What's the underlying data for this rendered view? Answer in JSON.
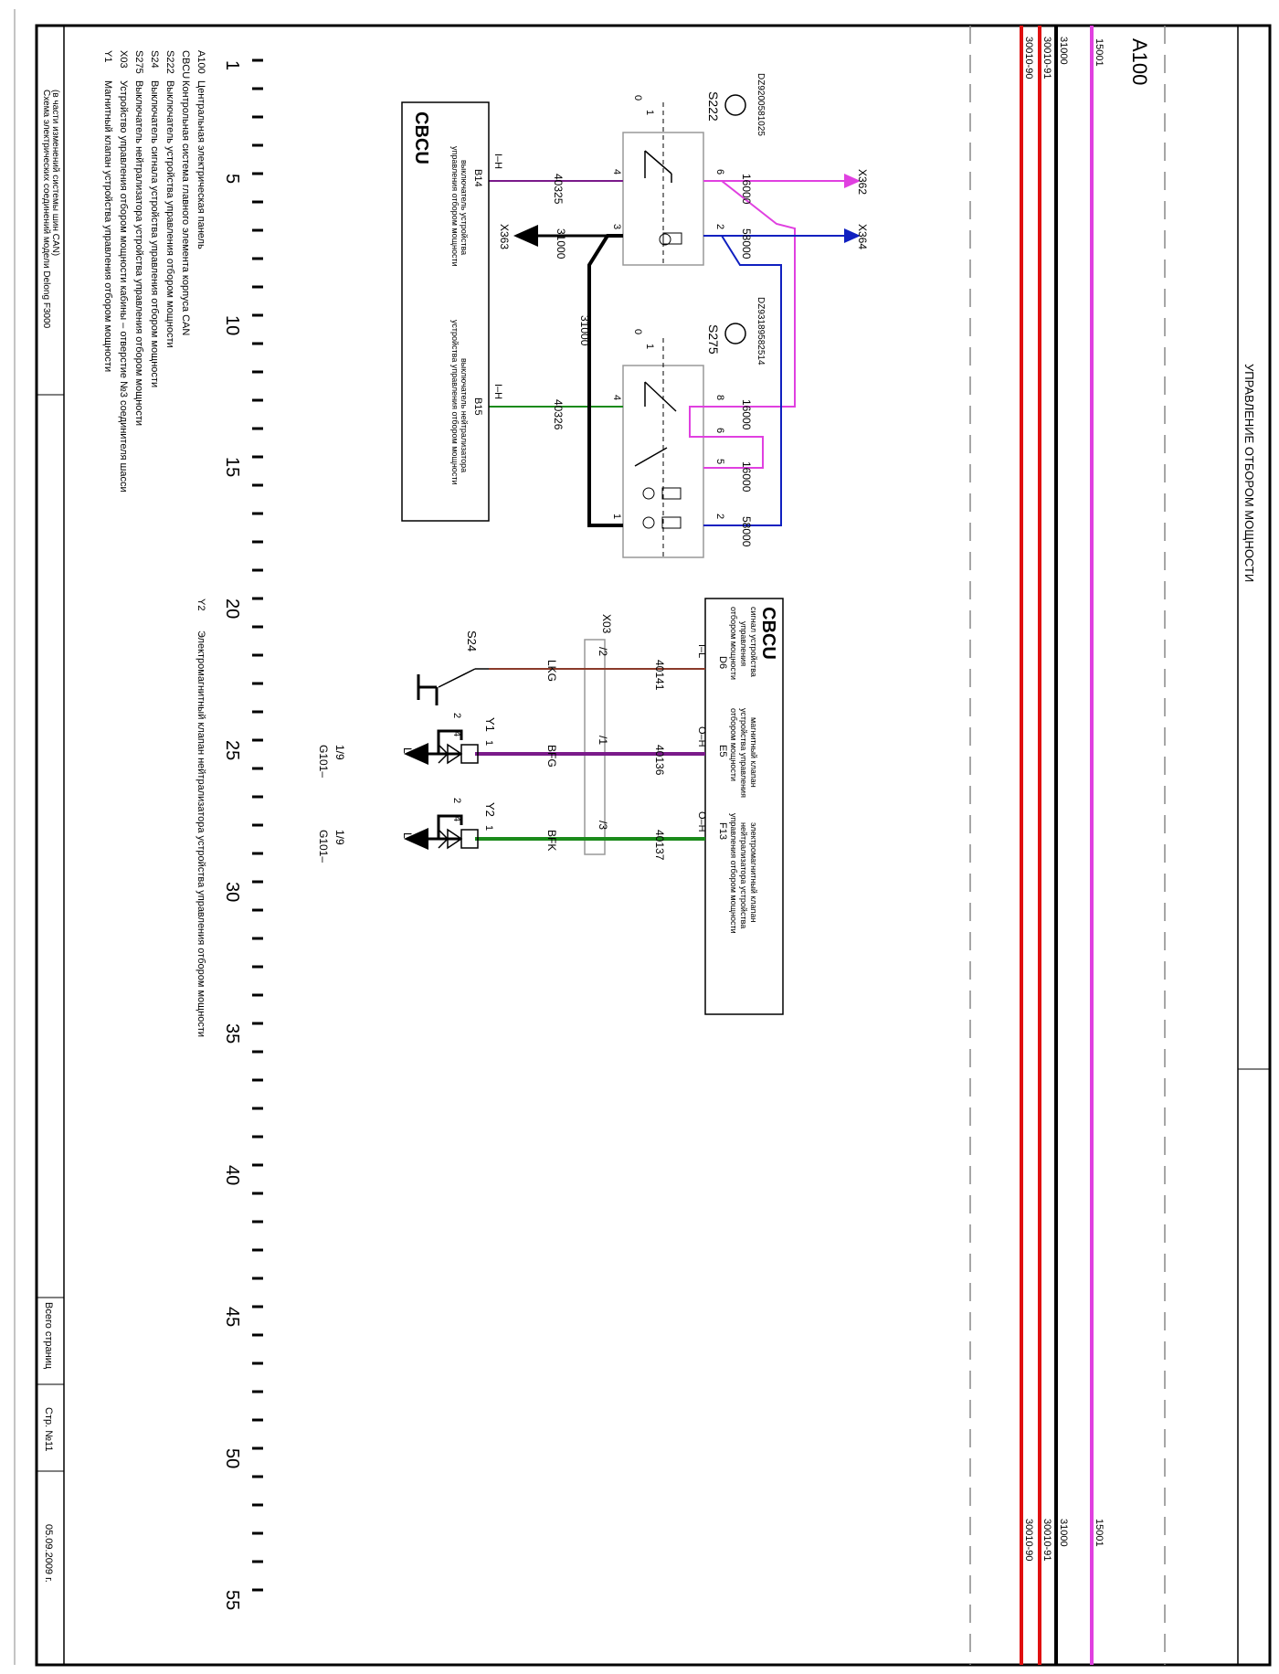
{
  "title": "УПРАВЛЕНИЕ ОТБОРОМ МОЩНОСТИ",
  "block_id": "A100",
  "rails": [
    {
      "label": "15001",
      "color": "#e040e0"
    },
    {
      "label": "31000",
      "color": "#000000"
    },
    {
      "label": "30010-91",
      "color": "#e01010"
    },
    {
      "label": "30010-90",
      "color": "#e01010"
    }
  ],
  "ruler": [
    "1",
    "5",
    "10",
    "15",
    "20",
    "25",
    "30",
    "35",
    "40",
    "45",
    "50",
    "55"
  ],
  "legend": {
    "codes": [
      "A100",
      "CBCU",
      "S222",
      "S24",
      "S275",
      "X03",
      "Y1"
    ],
    "descs": [
      "Центральная электрическая панель",
      "Контрольная система главного элемента корпуса CAN",
      "Выключатель устройства управления отбором мощности",
      "Выключатель сигнала устройства управления отбором мощности",
      "Выключатель нейтрализатора устройства управления отбором мощности",
      "Устройство управления отбором мощности кабины – отверстие №3 соединителя шасси",
      "Магнитный клапан устройства управления отбором мощности"
    ],
    "y2_code": "Y2",
    "y2_desc": "Электромагнитный клапан нейтрализатора устройства управления отбором мощности"
  },
  "footer": {
    "caption1": "Схема электрических соединений модели Delong F3000",
    "caption2": "(в части изменений системы шин CAN)",
    "total_pages": "Всего страниц",
    "page": "Стр. №11",
    "date": "05.09.2009 г."
  },
  "switches": {
    "s222": {
      "label": "S222",
      "part": "DZ9200581025",
      "pos0": "0",
      "pos1": "1"
    },
    "s275": {
      "label": "S275",
      "part": "DZ93189582514",
      "pos0": "0",
      "pos1": "1"
    },
    "s24": {
      "label": "S24"
    }
  },
  "cbcu_top": {
    "title": "CBCU",
    "b14_pin": "B14",
    "b14_lvl": "I–H",
    "b14_desc1": "выключатель устройства",
    "b14_desc2": "управления отбором мощности",
    "b15_pin": "B15",
    "b15_lvl": "I–H",
    "b15_desc1": "выключатель нейтрализатора",
    "b15_desc2": "устройства управления отбором мощности"
  },
  "cbcu_bottom": {
    "title": "CBCU",
    "d6_desc": [
      "сигнал устройства",
      "управления",
      "отбором мощности"
    ],
    "d6_pin": "D6",
    "d6_lvl": "I–L",
    "e5_desc": [
      "магнитный клапан",
      "устройства управления",
      "отбором мощности"
    ],
    "e5_pin": "E5",
    "e5_lvl": "O–H",
    "f13_desc": [
      "электромагнитный клапан",
      "нейтрализатора устройства",
      "управления отбором мощности"
    ],
    "f13_pin": "F13",
    "f13_lvl": "O–H"
  },
  "wires": {
    "w16000": "16000",
    "w58000": "58000",
    "w31000": "31000",
    "w40325": "40325",
    "w40326": "40326",
    "w40141": "40141",
    "w40136": "40136",
    "w40137": "40137",
    "lkg": "LKG",
    "bfg": "BFG",
    "bfk": "BFK",
    "l": "L"
  },
  "connectors": {
    "x362": "X362",
    "x364": "X364",
    "x363": "X363",
    "x03": "X03",
    "p2": "/2",
    "p1": "/1",
    "p3": "/3",
    "g101": "G101–",
    "g_pin": "1/9"
  },
  "pins": {
    "p1": "1",
    "p2": "2",
    "p3": "3",
    "p4": "4",
    "p5": "5",
    "p6": "6",
    "p8": "8"
  },
  "valves": {
    "y1": "Y1",
    "y2": "Y2"
  }
}
